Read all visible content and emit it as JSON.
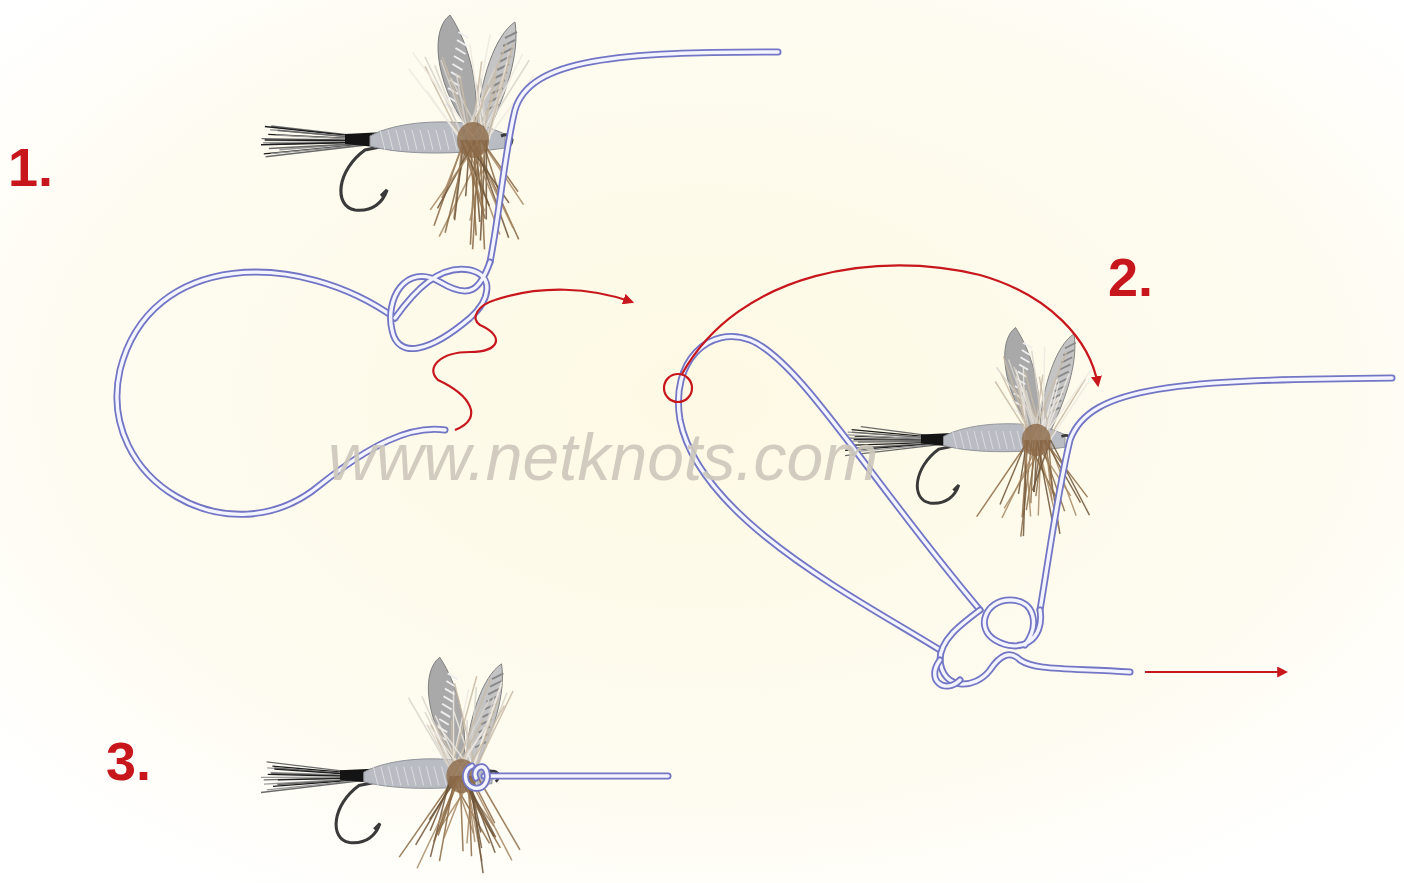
{
  "diagram": {
    "labels": [
      "1.",
      "2.",
      "3.",
      "www.netknots.com"
    ]
  }
}
